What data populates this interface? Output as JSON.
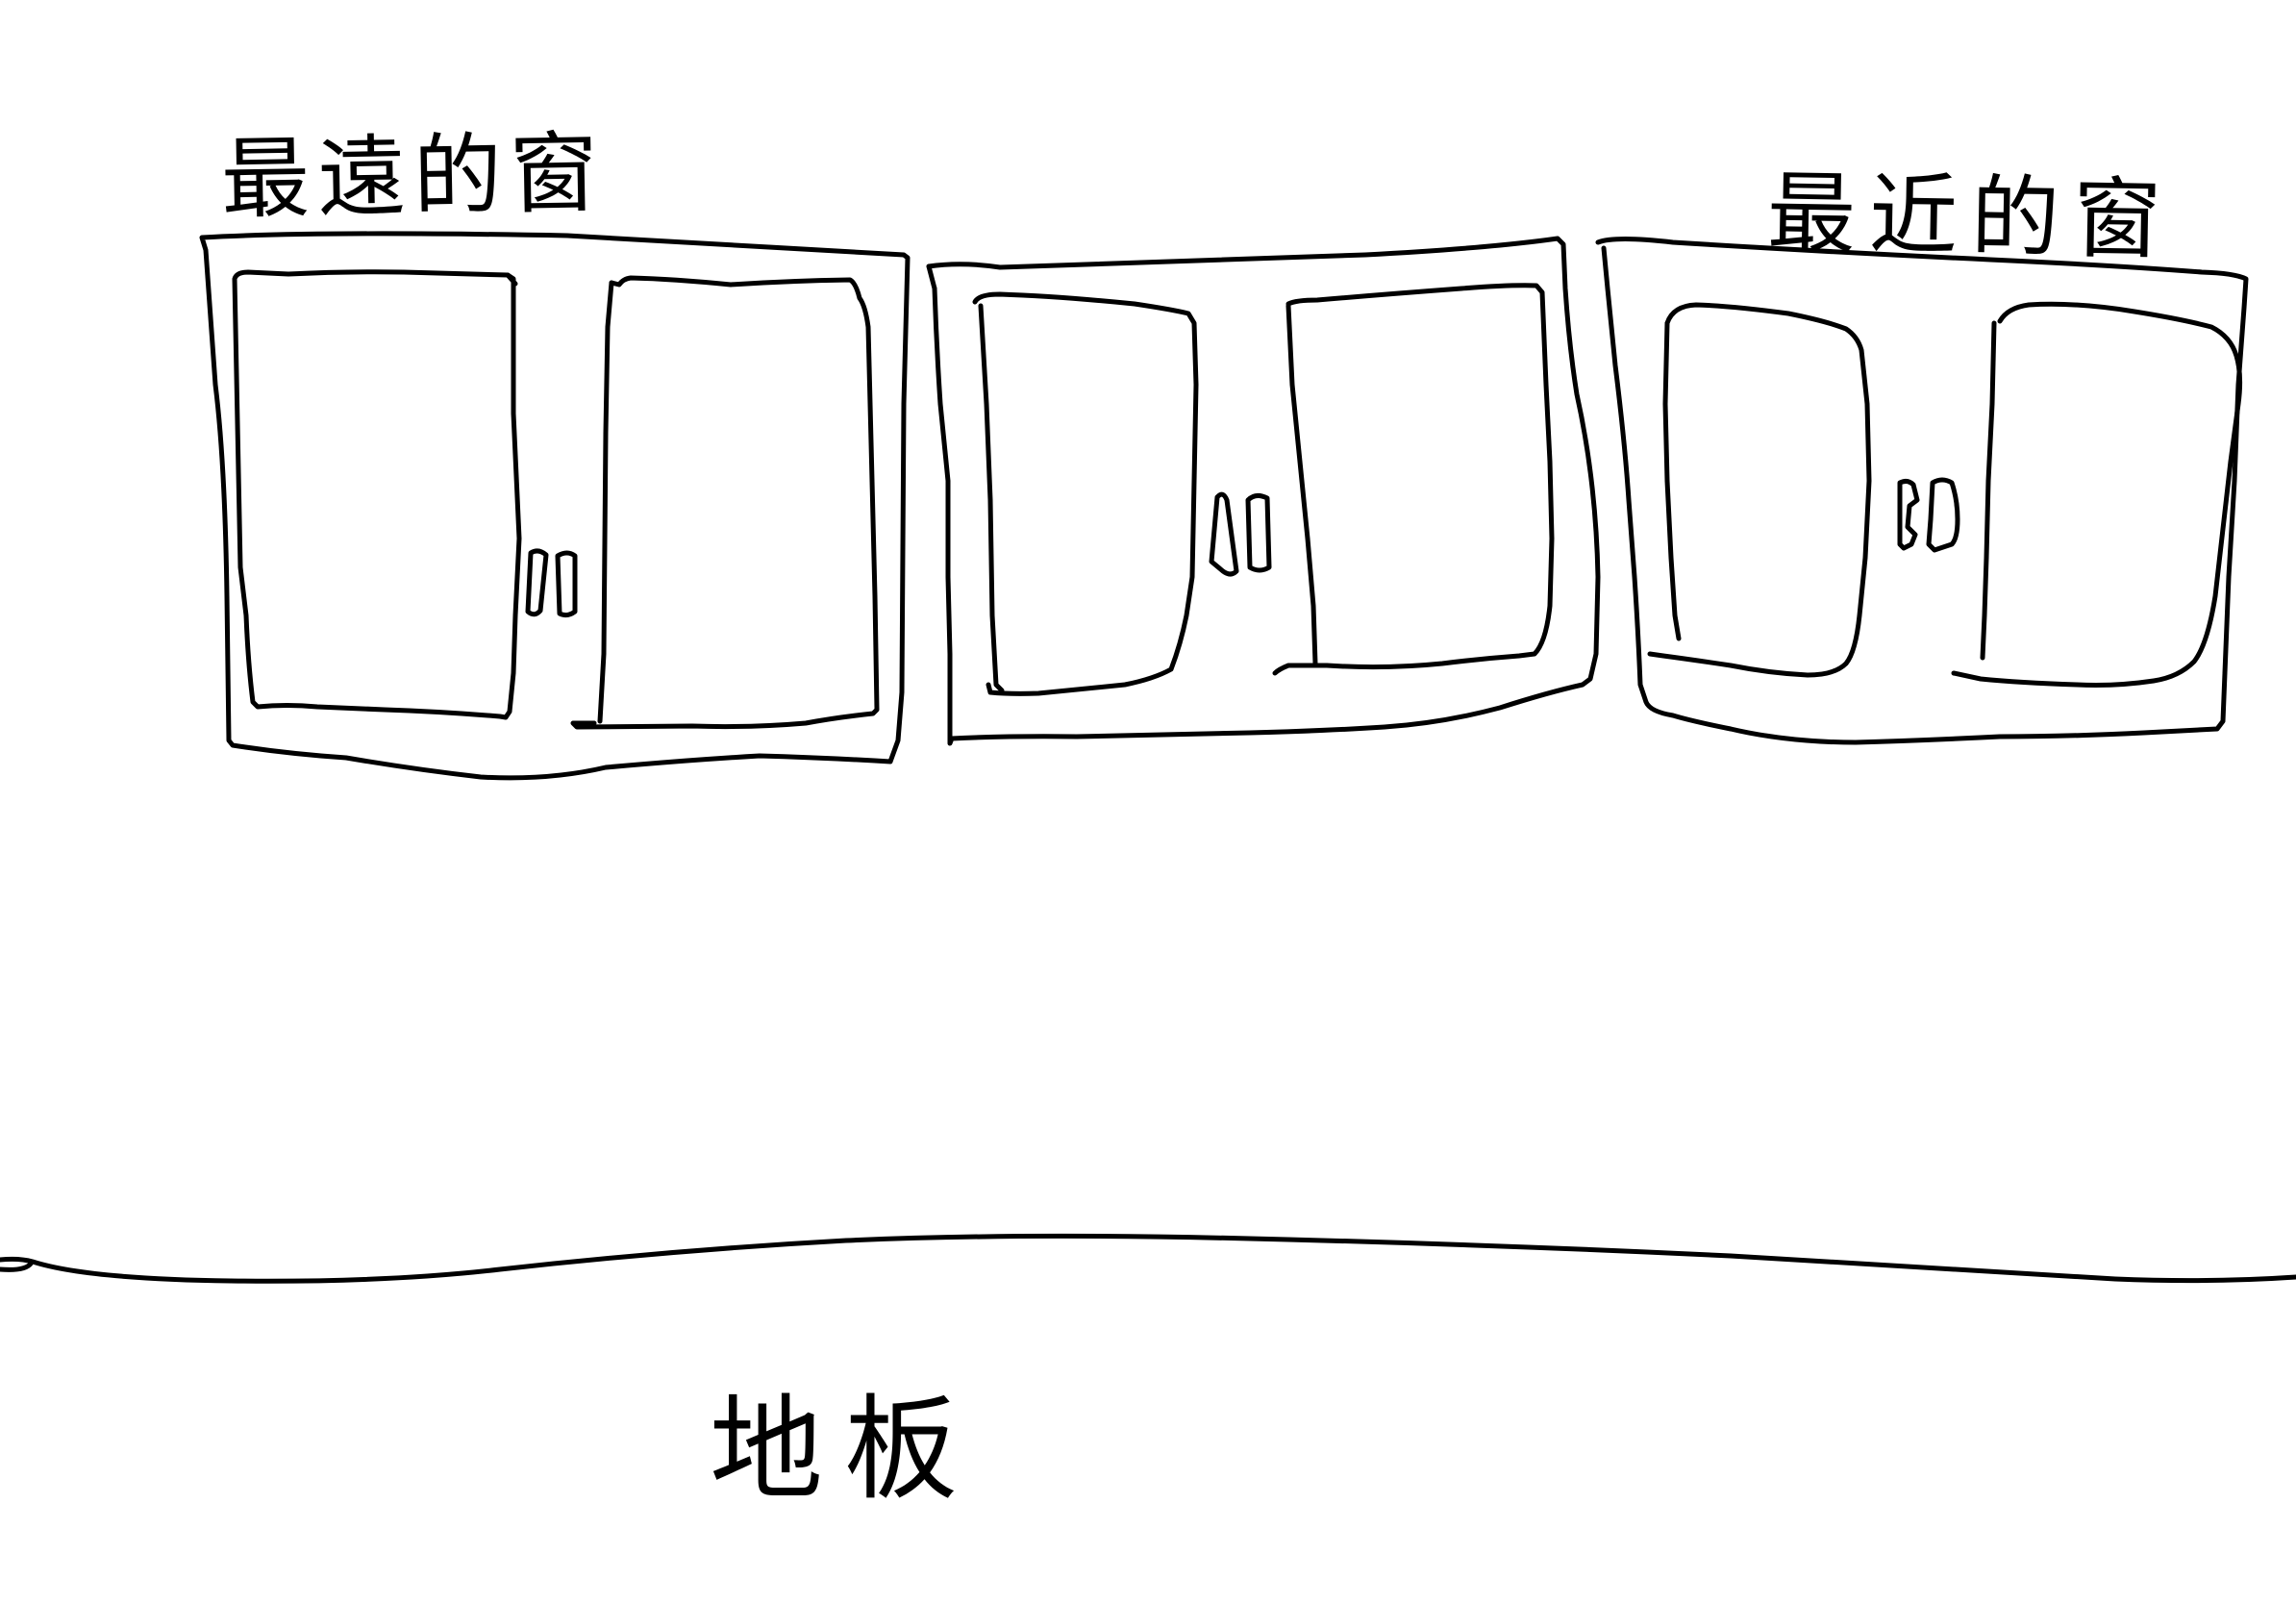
{
  "labels": {
    "farthest_window": "最遠的窗",
    "nearest_window": "最近的窗",
    "floor": "地板"
  },
  "ink_color": "#000000",
  "background_color": "#ffffff"
}
